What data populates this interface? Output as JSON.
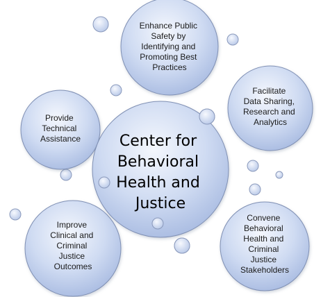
{
  "diagram": {
    "center": {
      "lines": [
        "Center for",
        "Behavioral",
        "Health and",
        "Justice"
      ]
    },
    "nodes": [
      {
        "id": "enhance-public-safety",
        "lines": [
          "Enhance Public",
          "Safety by",
          "Identifying  and",
          "Promoting  Best",
          "Practices"
        ]
      },
      {
        "id": "facilitate-data-sharing",
        "lines": [
          "Facilitate",
          "Data Sharing,",
          "Research and",
          "Analytics"
        ]
      },
      {
        "id": "provide-technical-assistance",
        "lines": [
          "Provide",
          "Technical",
          "Assistance"
        ]
      },
      {
        "id": "improve-outcomes",
        "lines": [
          "Improve",
          "Clinical  and",
          "Criminal",
          "Justice",
          "Outcomes"
        ]
      },
      {
        "id": "convene-stakeholders",
        "lines": [
          "Convene",
          "Behavioral",
          "Health and",
          "Criminal",
          "Justice",
          "Stakeholders"
        ]
      }
    ]
  },
  "colors": {
    "bubble_fill_light": "#e8eefa",
    "bubble_fill_dark": "#a9bde3",
    "bubble_stroke": "#7f8fb3"
  }
}
